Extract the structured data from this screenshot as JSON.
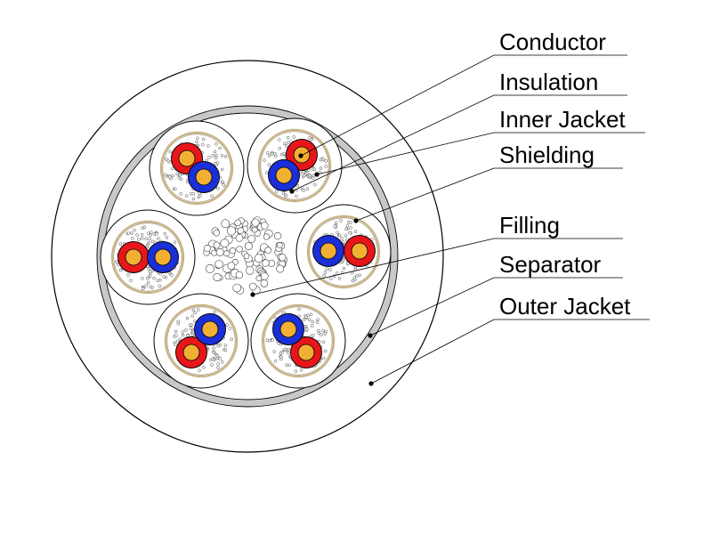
{
  "labels": {
    "conductor": "Conductor",
    "insulation": "Insulation",
    "inner_jacket": "Inner Jacket",
    "shielding": "Shielding",
    "filling": "Filling",
    "separator": "Separator",
    "outer_jacket": "Outer Jacket"
  },
  "colors": {
    "conductor_core": "#f2b033",
    "insulation_red": "#e8161b",
    "insulation_blue": "#1a2fd8",
    "separator_gray": "#c8c8c8",
    "outline": "#000000",
    "background": "#ffffff"
  }
}
